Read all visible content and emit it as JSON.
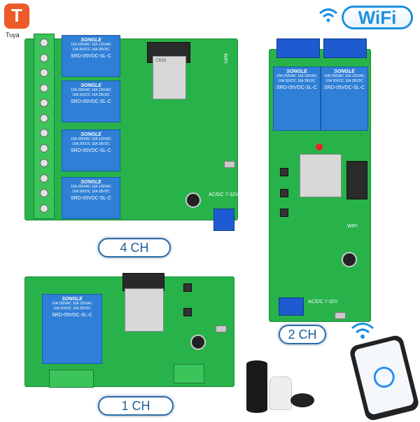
{
  "brand": {
    "logo": "T",
    "label": "Tuya",
    "color": "#ef5a2a"
  },
  "wifi_badge": {
    "text": "WiFi",
    "color": "#1d8fe0",
    "icon": "wifi-icon"
  },
  "relay": {
    "brand": "SONGLE",
    "rating1": "10A 250VAC 10A 125VAC",
    "rating2": "10A 30VDC 10A 28VDC",
    "model": "SRD-05VDC-SL-C"
  },
  "module": {
    "label": "CB3S"
  },
  "boards": {
    "four": {
      "label": "4 CH",
      "silk_wifi": "WIFI",
      "silk_power": "AC/DC 7-32V"
    },
    "two": {
      "label": "2 CH",
      "silk_wifi": "WIFI",
      "silk_power": "AC/DC 7-32V"
    },
    "one": {
      "label": "1 CH"
    }
  },
  "colors": {
    "pcb": "#27b34a",
    "relay": "#2f7fd6",
    "label_text": "#1d5f9c"
  }
}
